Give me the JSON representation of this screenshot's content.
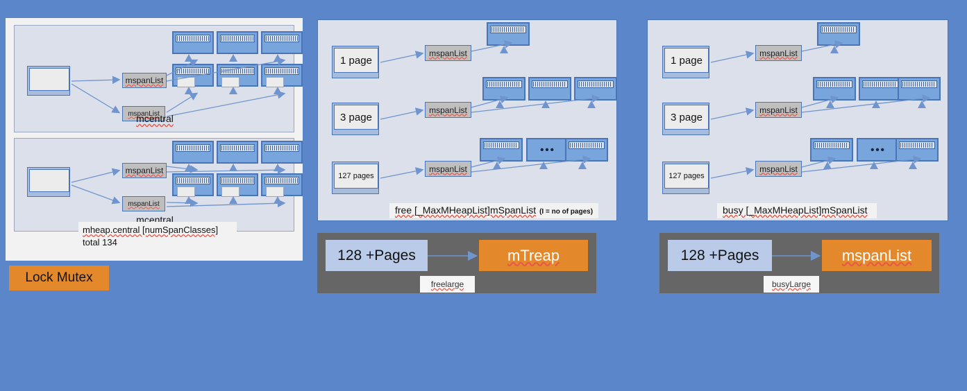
{
  "background_color": "#5b87ca",
  "accent_orange": "#e3892b",
  "span_blue": "#77a5dc",
  "chip_grey": "#bfbfbf",
  "left_panel": {
    "groups": [
      {
        "label": "mcentral",
        "source_box_label": "",
        "lists": [
          {
            "label": "mspanList",
            "spans": [
              "span",
              "span",
              "span"
            ]
          },
          {
            "label": "mspanList",
            "spans": [
              "span-partial",
              "span-partial",
              "span-partial"
            ]
          }
        ]
      },
      {
        "label": "mcentral",
        "source_box_label": "",
        "lists": [
          {
            "label": "mspanList",
            "spans": [
              "span",
              "span",
              "span"
            ]
          },
          {
            "label": "mspanList",
            "spans": [
              "span-partial",
              "span-partial",
              "span-partial"
            ]
          }
        ]
      }
    ],
    "note_line1": "mheap.central [numSpanClasses]",
    "note_line2": "total 134",
    "lock_mutex_label": "Lock Mutex"
  },
  "middle_panel": {
    "rows": [
      {
        "page_label": "1 page",
        "list_label": "mspanList",
        "spans": [
          "span"
        ]
      },
      {
        "page_label": "3 page",
        "list_label": "mspanList",
        "spans": [
          "span",
          "span",
          "span"
        ]
      },
      {
        "page_label": "127 pages",
        "list_label": "mspanList",
        "spans": [
          "span",
          "dots",
          "span"
        ]
      }
    ],
    "caption_main": "free [_MaxMHeapList]mSpanList",
    "caption_sub": "(I = no of pages)",
    "large_block": {
      "left_label": "128 +Pages",
      "right_label": "mTreap",
      "tag_label": "freelarge"
    }
  },
  "right_panel": {
    "rows": [
      {
        "page_label": "1 page",
        "list_label": "mspanList",
        "spans": [
          "span"
        ]
      },
      {
        "page_label": "3 page",
        "list_label": "mspanList",
        "spans": [
          "span",
          "span",
          "span"
        ]
      },
      {
        "page_label": "127 pages",
        "list_label": "mspanList",
        "spans": [
          "span",
          "dots",
          "span"
        ]
      }
    ],
    "caption_main": "busy [_MaxMHeapList]mSpanList",
    "caption_sub": "",
    "large_block": {
      "left_label": "128 +Pages",
      "right_label": "mspanList",
      "tag_label": "busyLarge"
    }
  }
}
